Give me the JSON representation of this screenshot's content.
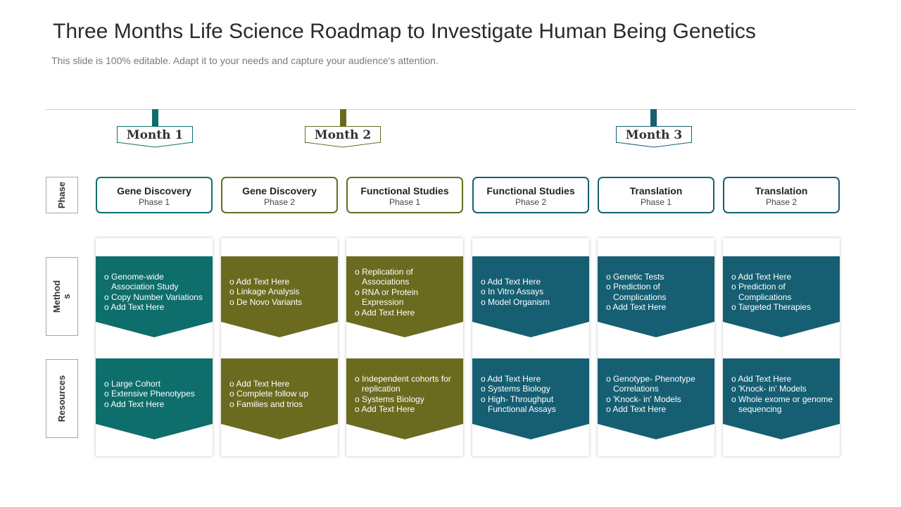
{
  "title": "Three Months Life Science Roadmap to Investigate Human Being Genetics",
  "subtitle": "This slide is 100% editable. Adapt it to your needs and capture your audience's attention.",
  "colors": {
    "teal_dark": "#0e6e6c",
    "olive": "#6b6b20",
    "teal_blue": "#165f73"
  },
  "months": [
    "Month 1",
    "Month 2",
    "Month 3"
  ],
  "row_labels": {
    "phase": "Phase",
    "methods": "Method s",
    "resources": "Resources"
  },
  "columns": [
    {
      "phase_title": "Gene Discovery",
      "phase_sub": "Phase 1",
      "color": "#0e6e6c",
      "methods": [
        "Genome-wide Association Study",
        "Copy Number Variations",
        "Add Text Here"
      ],
      "resources": [
        "Large Cohort",
        "Extensive Phenotypes",
        "Add Text Here"
      ]
    },
    {
      "phase_title": "Gene Discovery",
      "phase_sub": "Phase 2",
      "color": "#6b6b20",
      "methods": [
        "Add Text Here",
        "Linkage Analysis",
        "De Novo Variants"
      ],
      "resources": [
        "Add Text Here",
        "Complete follow up",
        "Families and trios"
      ]
    },
    {
      "phase_title": "Functional Studies",
      "phase_sub": "Phase 1",
      "color": "#6b6b20",
      "methods": [
        "Replication of Associations",
        "RNA or Protein Expression",
        "Add Text Here"
      ],
      "resources": [
        "Independent cohorts for replication",
        "Systems Biology",
        "Add Text Here"
      ]
    },
    {
      "phase_title": "Functional Studies",
      "phase_sub": "Phase 2",
      "color": "#165f73",
      "methods": [
        "Add Text Here",
        "In Vitro Assays",
        "Model Organism"
      ],
      "resources": [
        "Add Text Here",
        "Systems Biology",
        "High- Throughput Functional Assays"
      ]
    },
    {
      "phase_title": "Translation",
      "phase_sub": "Phase 1",
      "color": "#165f73",
      "methods": [
        "Genetic Tests",
        "Prediction of Complications",
        "Add Text Here"
      ],
      "resources": [
        "Genotype- Phenotype Correlations",
        "'Knock- in' Models",
        "Add Text Here"
      ]
    },
    {
      "phase_title": "Translation",
      "phase_sub": "Phase 2",
      "color": "#165f73",
      "methods": [
        "Add Text Here",
        "Prediction of Complications",
        "Targeted Therapies"
      ],
      "resources": [
        "Add Text Here",
        "'Knock- in' Models",
        "Whole exome or genome sequencing"
      ]
    }
  ]
}
